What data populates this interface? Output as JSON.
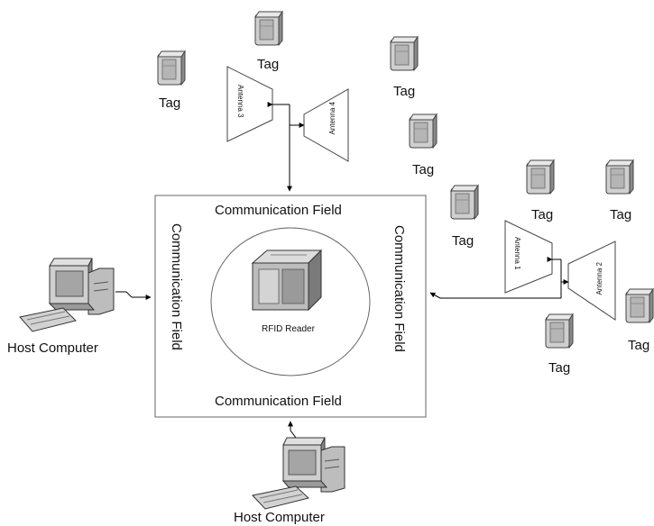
{
  "labels": {
    "tag": "Tag",
    "tag_cut": "Tag",
    "antenna_1": "Antenna 1",
    "antenna_2": "Antenna 2",
    "antenna_3": "Antenna 3",
    "antenna_4": "Antenna 4",
    "communication_field": "Communication Field",
    "rfid_reader": "RFID Reader",
    "host_computer": "Host Computer"
  },
  "colors": {
    "line": "#000000",
    "box_border": "#555555",
    "device_light": "#d6d6d6",
    "device_mid": "#a8a8a8",
    "device_dark": "#6e6e6e",
    "screen": "#c8c8c8"
  }
}
